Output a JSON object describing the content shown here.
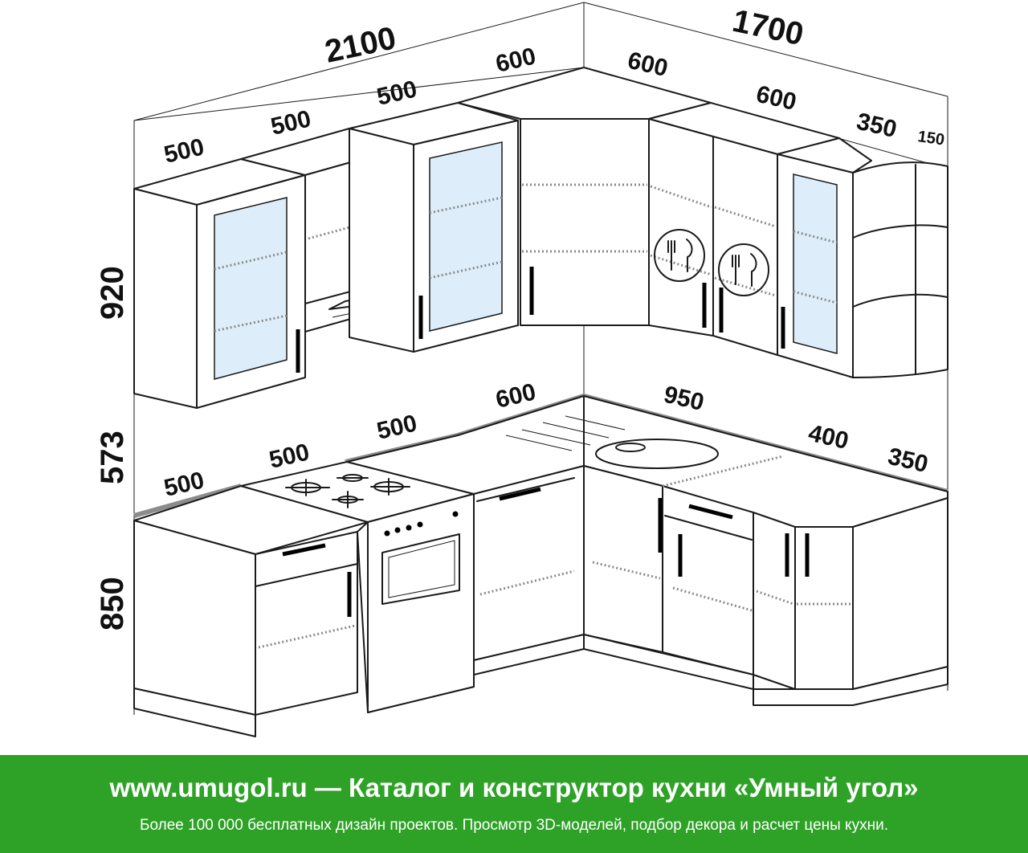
{
  "dimensions": {
    "left_wall_total": "2100",
    "right_wall_total": "1700",
    "upper_left_1": "500",
    "upper_left_2": "500",
    "upper_left_3": "500",
    "upper_left_corner": "600",
    "upper_right_corner": "600",
    "upper_right_2": "600",
    "upper_right_3": "350",
    "upper_right_4": "150",
    "upper_height": "920",
    "gap_height": "573",
    "lower_height": "850",
    "lower_left_1": "500",
    "lower_left_2": "500",
    "lower_left_3": "500",
    "lower_left_corner": "600",
    "lower_right_1": "950",
    "lower_right_2": "400",
    "lower_right_3": "350"
  },
  "footer": {
    "title": "www.umugol.ru — Каталог и конструктор кухни «Умный угол»",
    "subtitle": "Более 100 000 бесплатных дизайн проектов. Просмотр 3D-моделей, подбор декора и расчет цены кухни."
  },
  "colors": {
    "footer_bg": "#2ea227",
    "footer_text": "#ffffff",
    "glass": "#ddeefa",
    "wall_band": "#8c8c8c"
  }
}
